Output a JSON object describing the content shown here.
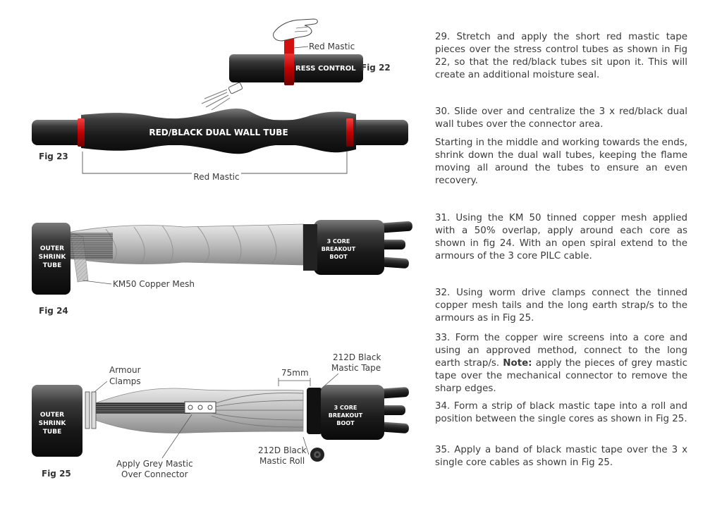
{
  "figures": {
    "fig22": {
      "label": "Fig 22",
      "red_mastic_label": "Red Mastic",
      "tube_text": "RESS CONTROL"
    },
    "fig23": {
      "label": "Fig 23",
      "tube_text": "RED/BLACK DUAL WALL TUBE",
      "red_mastic_label": "Red Mastic"
    },
    "fig24": {
      "label": "Fig 24",
      "outer_tube_text": [
        "OUTER",
        "SHRINK",
        "TUBE"
      ],
      "boot_text": [
        "3 CORE",
        "BREAKOUT",
        "BOOT"
      ],
      "mesh_label": "KM50 Copper Mesh"
    },
    "fig25": {
      "label": "Fig 25",
      "outer_tube_text": [
        "OUTER",
        "SHRINK",
        "TUBE"
      ],
      "boot_text": [
        "3 CORE",
        "BREAKOUT",
        "BOOT"
      ],
      "armour_clamps_label": [
        "Armour",
        "Clamps"
      ],
      "dimension_label": "75mm",
      "black_tape_label": [
        "212D Black",
        "Mastic Tape"
      ],
      "black_roll_label": [
        "212D Black",
        "Mastic Roll"
      ],
      "grey_mastic_label": [
        "Apply Grey Mastic",
        "Over Connector"
      ]
    }
  },
  "instructions": {
    "p29": "29. Stretch and apply the short red mastic tape pieces over the stress control tubes as shown in Fig 22, so that the red/black tubes sit upon it. This will create an additional moisture seal.",
    "p30": "30. Slide over and centralize the 3   x red/black dual wall tubes over the connector area.",
    "p30b": "Starting in the middle and working towards the ends, shrink down the dual wall tubes, keeping the flame moving all around the tubes to ensure an even recovery.",
    "p31": "31. Using the KM 50 tinned copper mesh applied with a 50% overlap, apply around each core as shown in fig 24. With an open spiral extend to the armours of the 3 core PILC cable.",
    "p32": "32. Using worm drive clamps connect the tinned copper mesh tails and the long earth strap/s to the armours as in Fig 25.",
    "p33_pre": "33. Form the copper wire screens into a core and using an approved method, connect to the long earth strap/s. ",
    "p33_note": "Note:",
    "p33_post": " apply the pieces of grey mastic tape over the mechanical connector to remove the sharp edges.",
    "p34": "34. Form a strip of black mastic tape into a roll and position between the single cores as shown in Fig 25.",
    "p35": "35. Apply a band of black mastic tape over the 3 x single core cables as shown in Fig 25."
  }
}
